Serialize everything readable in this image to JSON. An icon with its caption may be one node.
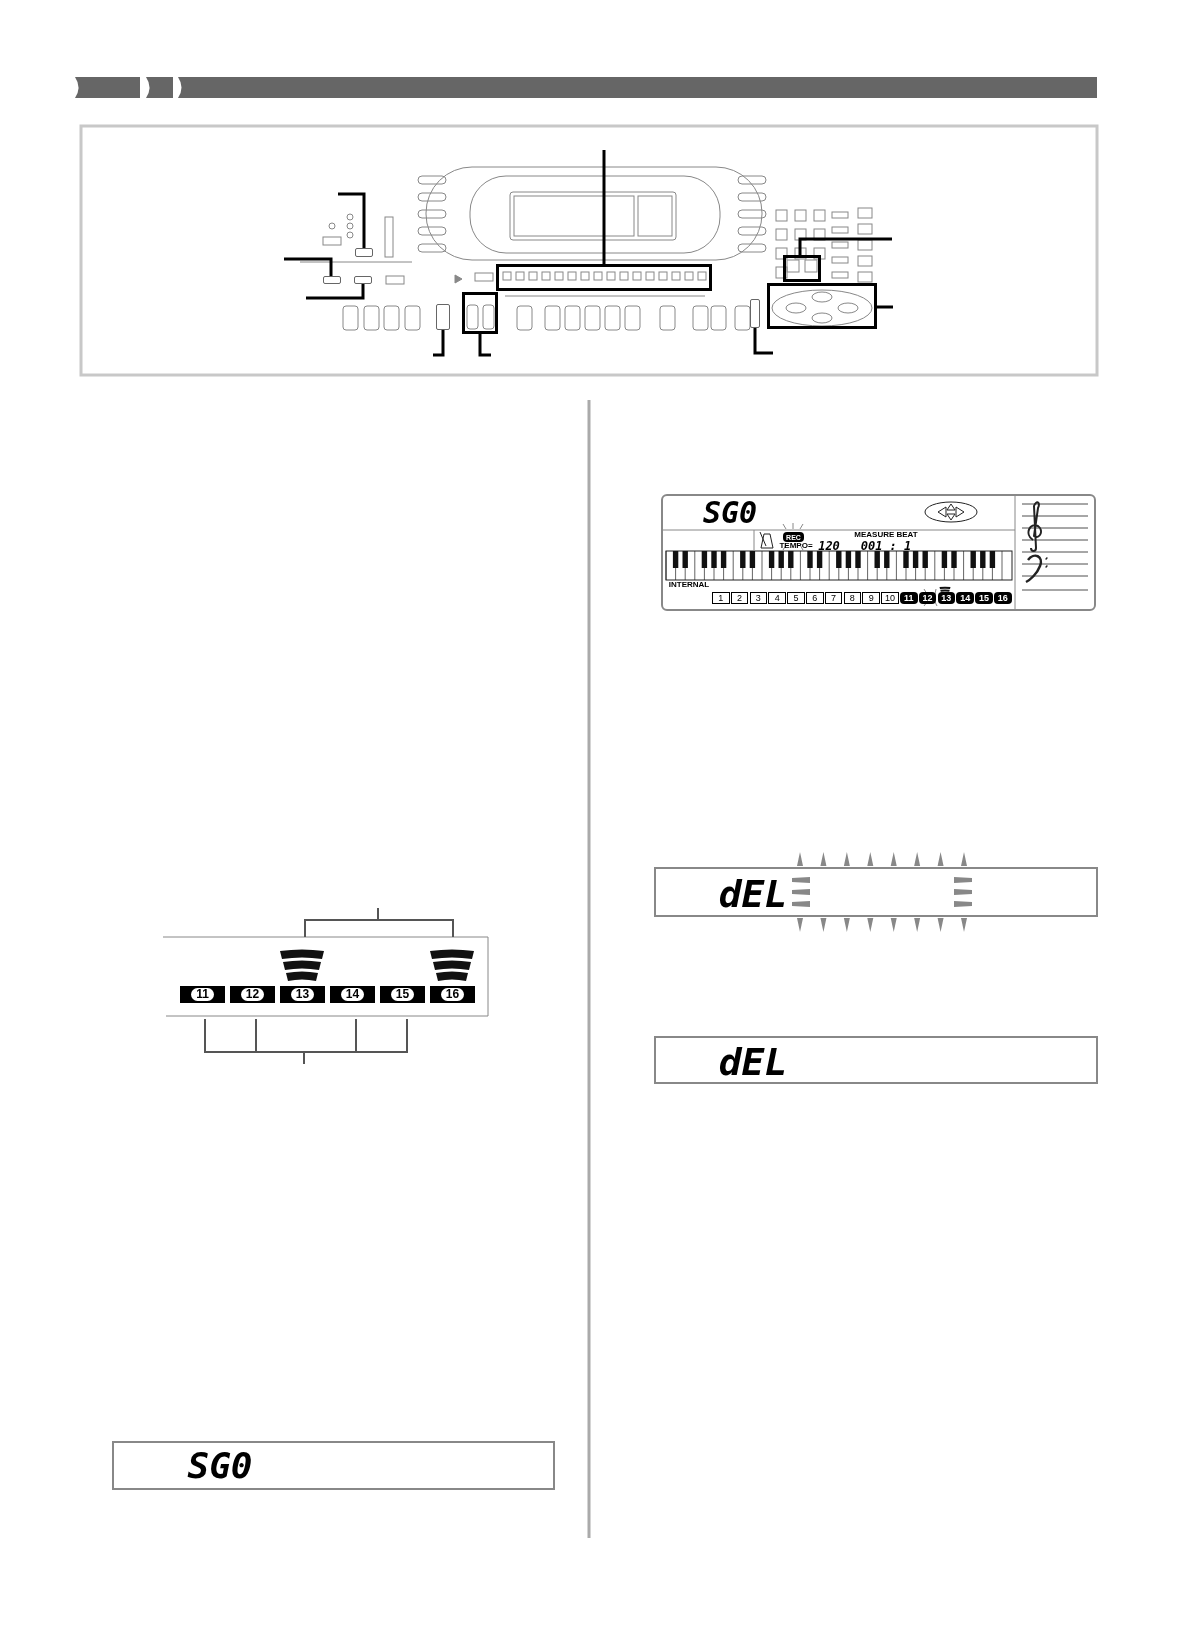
{
  "diagram": {
    "nodes": [
      {
        "text": [],
        "shape": "box"
      },
      {
        "text": [],
        "shape": "box"
      },
      {
        "text": [],
        "shape": "box"
      },
      {
        "text": [],
        "shape": "box"
      },
      {
        "text": [],
        "shape": "box"
      },
      {
        "text": [],
        "shape": "box"
      },
      {
        "text": [],
        "shape": "box"
      },
      {
        "text": [],
        "shape": "box"
      },
      {
        "text": [],
        "shape": "box"
      }
    ],
    "edges": [
      {
        "from": null,
        "to": 0,
        "arrow": "none"
      },
      {
        "from": null,
        "to": 1,
        "arrow": "none"
      },
      {
        "from": null,
        "to": 2,
        "arrow": "none"
      },
      {
        "from": null,
        "to": 3,
        "arrow": "none"
      },
      {
        "from": null,
        "to": 4,
        "arrow": "none"
      },
      {
        "from": null,
        "to": 5,
        "arrow": "none"
      },
      {
        "from": null,
        "to": 6,
        "arrow": "none"
      },
      {
        "from": null,
        "to": 7,
        "arrow": "none"
      },
      {
        "from": null,
        "to": 8,
        "arrow": "none"
      }
    ],
    "labels": [
      "11",
      "12",
      "13",
      "14",
      "15",
      "16",
      "SG0",
      "SG0",
      "REC",
      "MEASURE BEAT",
      "TEMPO=",
      "120",
      "001 : 1",
      "INTERNAL",
      "1",
      "2",
      "3",
      "4",
      "5",
      "6",
      "7",
      "8",
      "9",
      "10",
      "11",
      "12",
      "13",
      "14",
      "15",
      "16",
      "dEL",
      "dEL"
    ]
  }
}
